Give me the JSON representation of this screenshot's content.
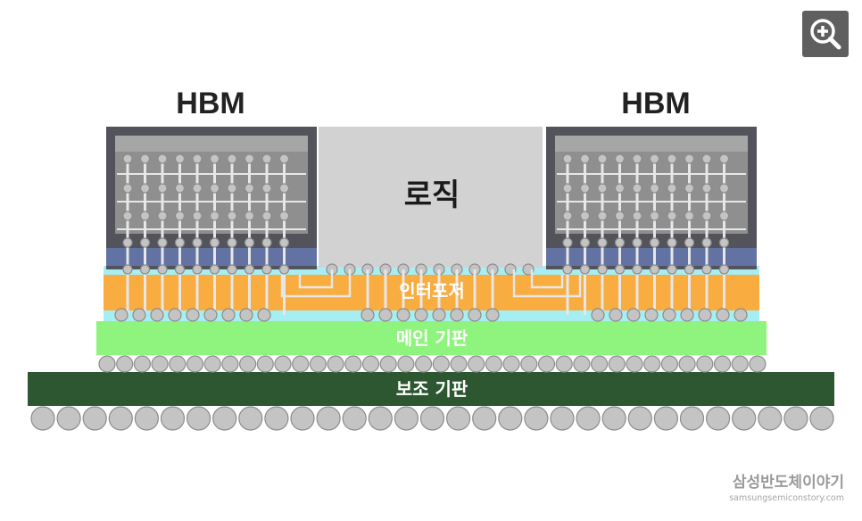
{
  "diagram": {
    "hbm_left_label": "HBM",
    "hbm_right_label": "HBM",
    "logic_label": "로직",
    "interposer_label": "인터포저",
    "main_substrate_label": "메인 기판",
    "sub_substrate_label": "보조 기판"
  },
  "watermark": {
    "title": "삼성반도체이야기",
    "url": "samsungsemiconstory.com"
  },
  "icons": {
    "zoom": "zoom-in-icon"
  },
  "colors": {
    "hbm_frame": "#53535c",
    "hbm_core": "#8f8f8f",
    "logic": "#d2d2d2",
    "blue_strip": "#6272a3",
    "interposer": "#f9ac3f",
    "interposer_cyan": "#a6eef2",
    "main_substrate": "#8ff47d",
    "sub_substrate": "#2c5731",
    "ball": "#c4c4c4",
    "ball_stroke": "#8c8c8c"
  }
}
